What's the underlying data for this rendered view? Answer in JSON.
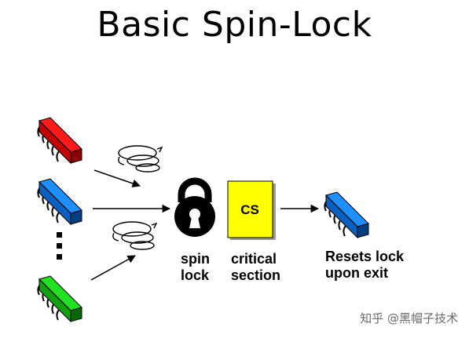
{
  "title": "Basic Spin-Lock",
  "lock_label": {
    "line1": "spin",
    "line2": "lock"
  },
  "cs_box_label": "CS",
  "cs_label": {
    "line1": "critical",
    "line2": "section"
  },
  "reset_label": {
    "line1": "Resets lock",
    "line2": "upon exit"
  },
  "watermark": "知乎 @黑帽子技术",
  "colors": {
    "red_processor": "#ff1a1a",
    "blue_processor": "#1f8fff",
    "green_processor": "#22e022",
    "cs_box": "#ffff00",
    "lock": "#000000"
  },
  "icons": [
    "processor-chip-icon",
    "spin-coil-icon",
    "padlock-icon",
    "ellipsis-dots-icon"
  ]
}
